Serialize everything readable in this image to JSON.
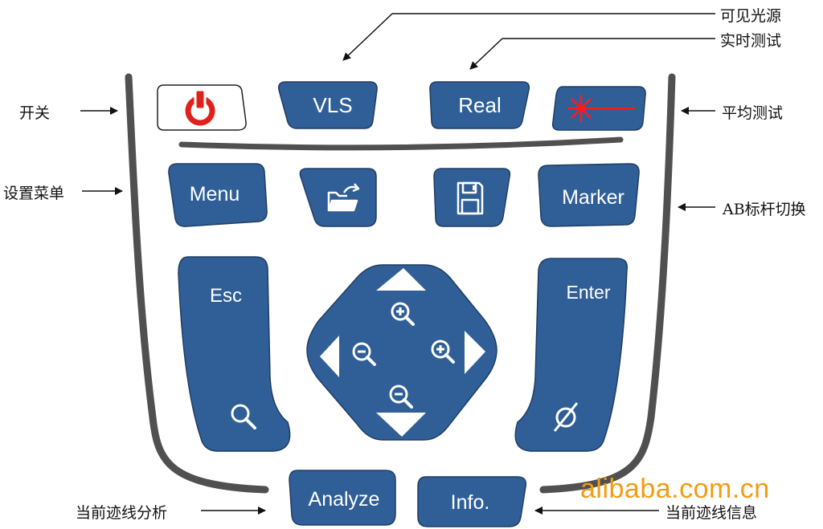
{
  "labels": {
    "visible_light": "可见光源",
    "realtime_test": "实时测试",
    "power": "开关",
    "average_test": "平均测试",
    "menu_settings": "设置菜单",
    "ab_marker": "AB标杆切换",
    "trace_analyze": "当前迹线分析",
    "trace_info": "当前迹线信息"
  },
  "keys": {
    "vls": "VLS",
    "real": "Real",
    "menu": "Menu",
    "marker": "Marker",
    "esc": "Esc",
    "enter": "Enter",
    "analyze": "Analyze",
    "info": "Info."
  },
  "icons": [
    "power-icon",
    "laser-icon",
    "folder-open-icon",
    "save-disk-icon",
    "search-icon",
    "zoom-in-icon",
    "zoom-out-icon",
    "no-symbol-icon",
    "arrow-up-icon",
    "arrow-down-icon",
    "arrow-left-icon",
    "arrow-right-icon"
  ],
  "colors": {
    "key_blue": "#2f5f96",
    "power_red": "#e0201b",
    "laser_red": "#ff1a1a",
    "watermark": "#f39c12",
    "outline": "#4a4a4a"
  },
  "watermark": "alibaba.com.cn"
}
